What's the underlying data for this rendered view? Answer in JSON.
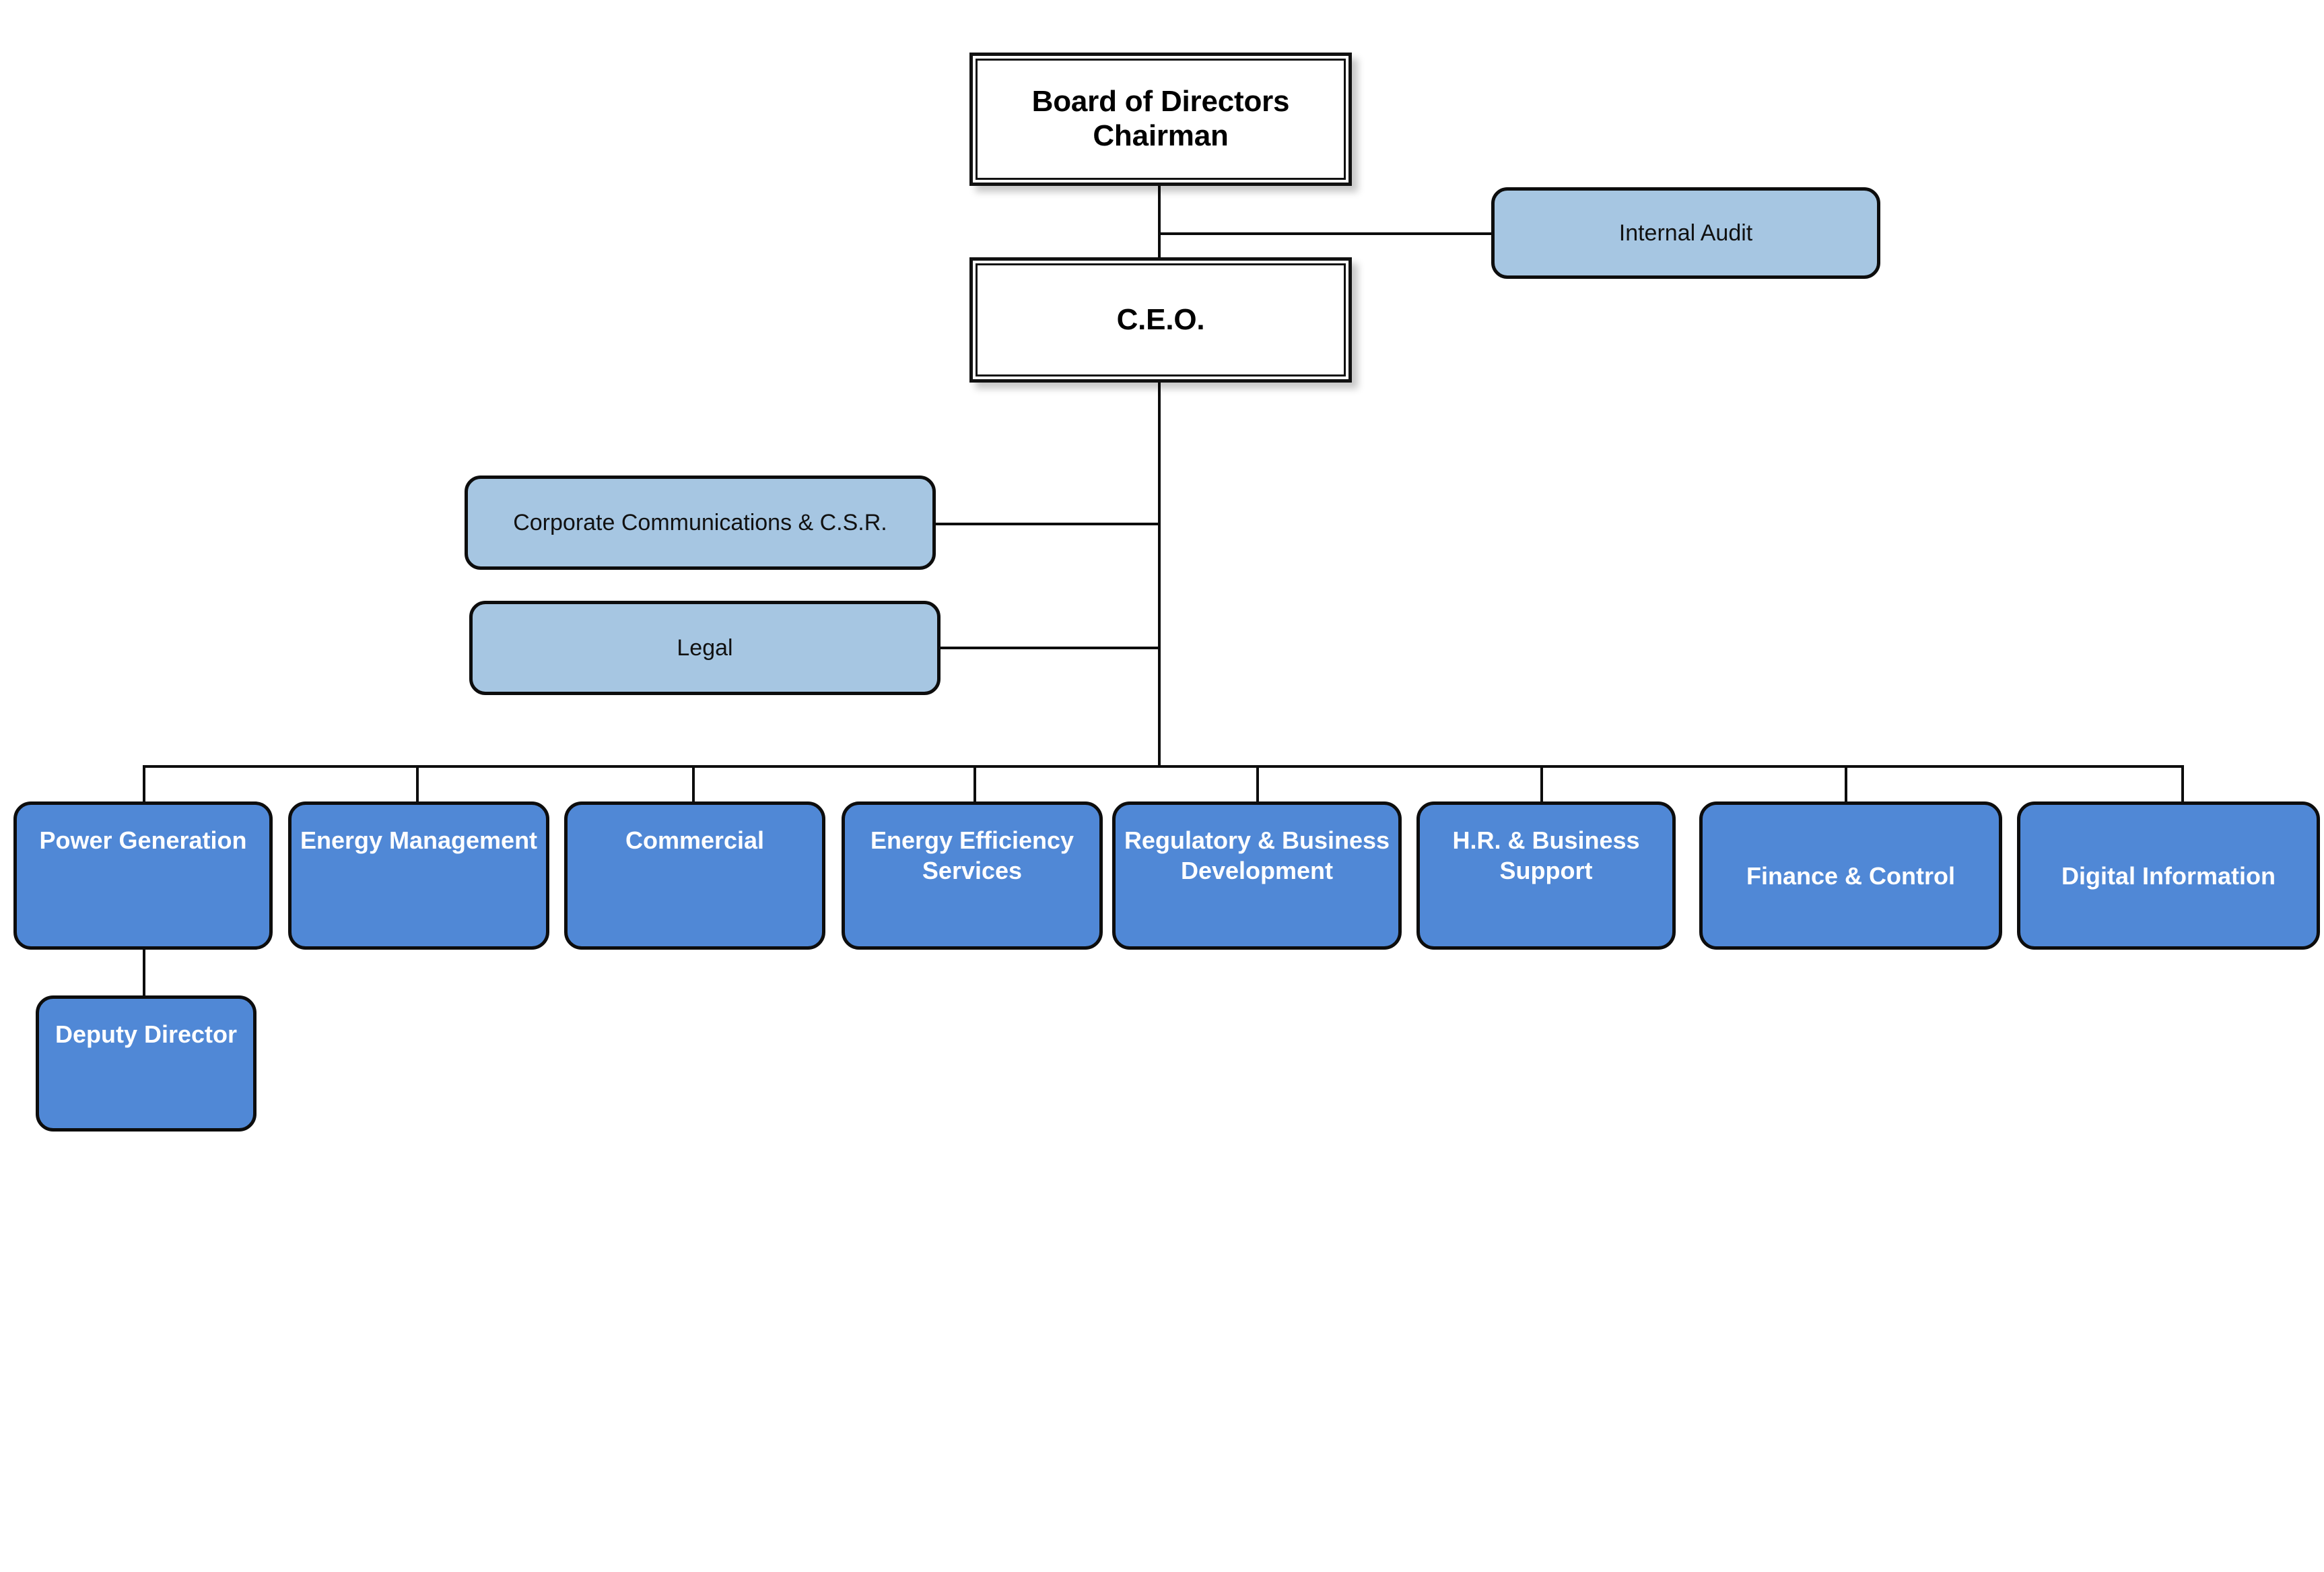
{
  "chart": {
    "type": "org-chart",
    "title_text": "",
    "background": "#ffffff",
    "colors": {
      "division_fill": "#5088d6",
      "staff_fill": "#a6c6e2",
      "executive_fill": "#ffffff",
      "border": "#0d0d0d",
      "division_text": "#ffffff",
      "staff_text": "#111111",
      "executive_text": "#000000",
      "connector": "#0d0d0d"
    }
  },
  "executive": {
    "board": {
      "line1": "Board of Directors",
      "line2": "Chairman"
    },
    "ceo": {
      "label": "C.E.O."
    }
  },
  "audit": {
    "label": "Internal Audit"
  },
  "staff_units": [
    {
      "label": "Corporate Communications & C.S.R."
    },
    {
      "label": "Legal"
    }
  ],
  "divisions": [
    {
      "line1": "Power Generation",
      "line2": ""
    },
    {
      "line1": "Energy Management",
      "line2": ""
    },
    {
      "line1": "Commercial",
      "line2": ""
    },
    {
      "line1": "Energy Efficiency",
      "line2": "Services"
    },
    {
      "line1": "Regulatory & Business",
      "line2": "Development"
    },
    {
      "line1": "H.R. & Business",
      "line2": "Support"
    },
    {
      "line1": "Finance & Control",
      "line2": ""
    },
    {
      "line1": "Digital Information",
      "line2": ""
    }
  ],
  "sub_units": [
    {
      "label": "Deputy Director",
      "parent": "Power Generation"
    }
  ]
}
